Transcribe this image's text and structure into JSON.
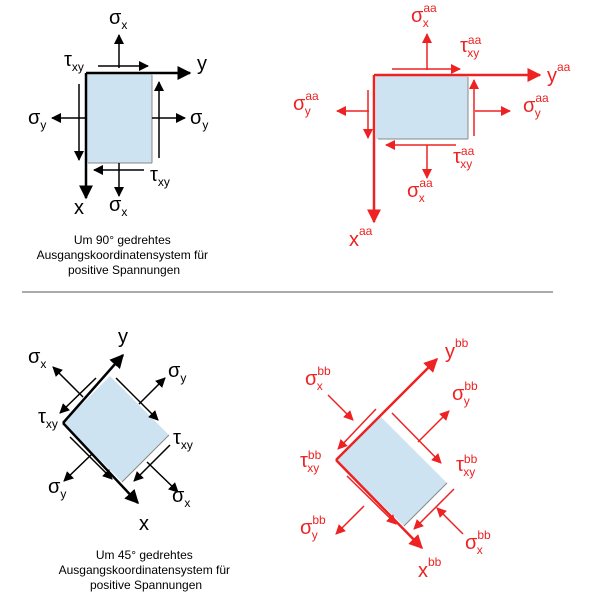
{
  "colors": {
    "original": "#000000",
    "transformed": "#ee2222",
    "fill": "#cde3f1",
    "divider": "#777777"
  },
  "symbols": {
    "sigma": "σ",
    "tau": "τ",
    "x": "x",
    "y": "y"
  },
  "indices": {
    "x": "x",
    "y": "y",
    "xy": "xy",
    "aa": "aa",
    "bb": "bb"
  },
  "captions": {
    "rot90": [
      "Um 90° gedrehtes",
      "Ausgangskoordinatensystem für",
      "positive Spannungen"
    ],
    "rot45": [
      "Um 45° gedrehtes",
      "Ausgangskoordinatensystem für",
      "positive Spannungen"
    ]
  }
}
